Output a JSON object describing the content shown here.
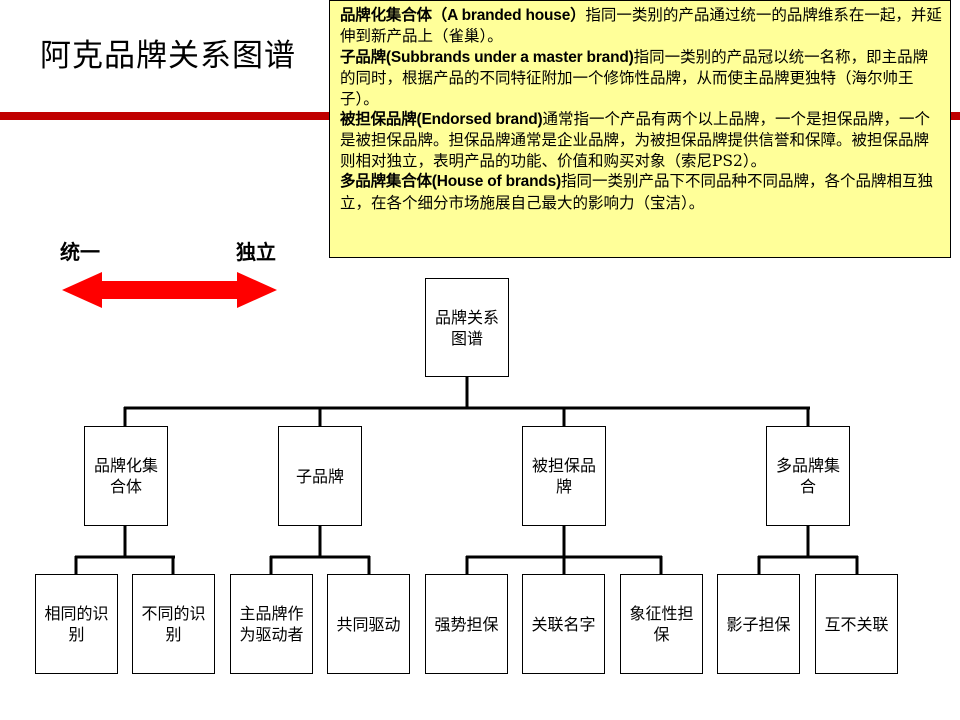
{
  "title": "阿克品牌关系图谱",
  "note": {
    "p1_bold": "品牌化集合体（A branded house）",
    "p1_text": "指同一类别的产品通过统一的品牌维系在一起，并延伸到新产品上（雀巢）。",
    "p2_bold": "子品牌(Subbrands under a master brand)",
    "p2_text": "指同一类别的产品冠以统一名称，即主品牌的同时，根据产品的不同特征附加一个修饰性品牌，从而使主品牌更独特（海尔帅王子）。",
    "p3_bold": "被担保品牌(Endorsed brand)",
    "p3_text": "通常指一个产品有两个以上品牌，一个是担保品牌，一个是被担保品牌。担保品牌通常是企业品牌，为被担保品牌提供信誉和保障。被担保品牌则相对独立，表明产品的功能、价值和购买对象（索尼PS2）。",
    "p4_bold": "多品牌集合体(House of brands)",
    "p4_text": "指同一类别产品下不同品种不同品牌，各个品牌相互独立，在各个细分市场施展自己最大的影响力（宝洁）。"
  },
  "spectrum": {
    "left": "统一",
    "right": "独立",
    "arrow_color": "#ff0000"
  },
  "tree": {
    "root": "品牌关系图谱",
    "level1": [
      "品牌化集合体",
      "子品牌",
      "被担保品牌",
      "多品牌集合"
    ],
    "level2": [
      "相同的识别",
      "不同的识别",
      "主品牌作为驱动者",
      "共同驱动",
      "强势担保",
      "关联名字",
      "象征性担保",
      "影子担保",
      "互不关联"
    ]
  },
  "colors": {
    "note_bg": "#ffff99",
    "accent_red": "#c00000"
  }
}
